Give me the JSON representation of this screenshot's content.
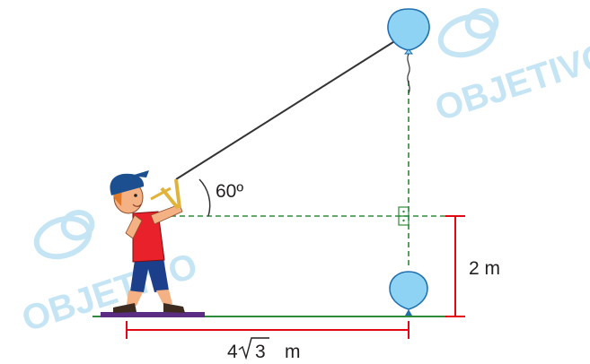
{
  "watermark": {
    "text": "OBJETIVO"
  },
  "diagram": {
    "angle_label": "60º",
    "height_label": "2 m",
    "distance_coefficient": "4",
    "distance_radicand": "3",
    "distance_unit": "m",
    "colors": {
      "ground": "#2e8b3a",
      "dashed_guides": "#2e8b3a",
      "dimension_lines": "#e30613",
      "balloon": "#8fd3f4",
      "balloon_outline": "#1f6fae",
      "string": "#333333",
      "boy_shirt": "#e8212a",
      "boy_pants": "#1c3f8c",
      "boy_cap": "#1b4f8f",
      "mat": "#5a2d82"
    },
    "icons": [
      "balloon-icon",
      "boy-with-slingshot-icon",
      "right-angle-marker-icon"
    ]
  }
}
